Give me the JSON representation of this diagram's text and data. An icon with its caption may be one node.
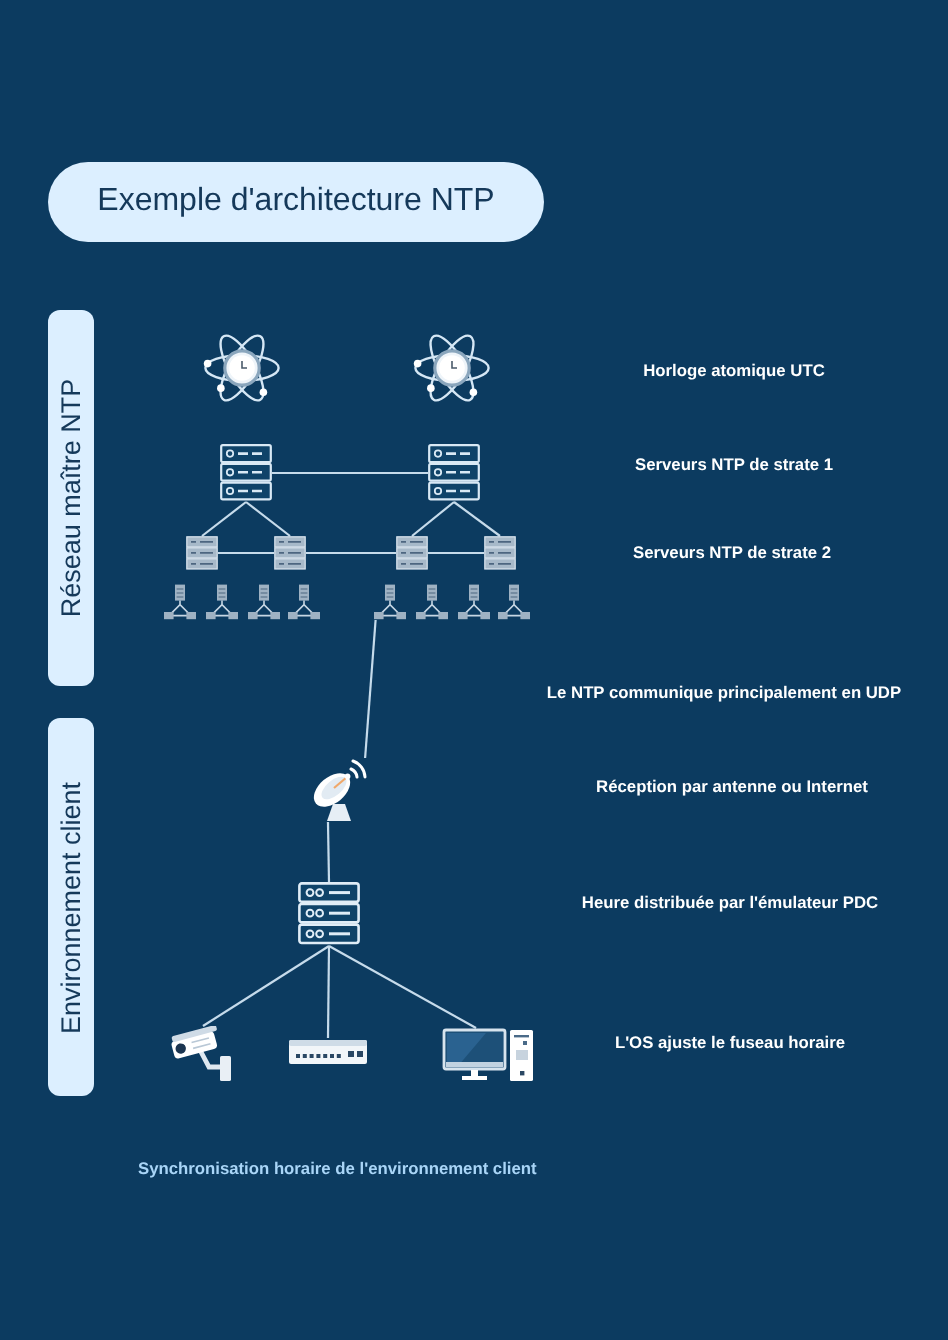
{
  "diagram": {
    "title": "Exemple d'architecture NTP",
    "caption": "Synchronisation horaire de l'environnement client",
    "nodes": [
      {
        "text": [
          "Réseau maître NTP"
        ]
      },
      {
        "text": [],
        "shape": "picture"
      },
      {
        "text": [],
        "shape": "picture"
      },
      {
        "text": [],
        "shape": "picture"
      },
      {
        "text": [],
        "shape": "picture"
      },
      {
        "text": [],
        "shape": "picture"
      },
      {
        "text": [],
        "shape": "picture"
      },
      {
        "text": [],
        "shape": "picture"
      },
      {
        "text": [],
        "shape": "picture"
      },
      {
        "text": [],
        "shape": "picture"
      },
      {
        "text": [],
        "shape": "picture"
      },
      {
        "text": [],
        "shape": "picture"
      },
      {
        "text": [],
        "shape": "picture"
      },
      {
        "text": [],
        "shape": "picture"
      },
      {
        "text": [],
        "shape": "picture"
      },
      {
        "text": [],
        "shape": "picture"
      },
      {
        "text": [],
        "shape": "picture"
      },
      {
        "text": [
          "Environnement client"
        ]
      },
      {
        "text": [],
        "shape": "picture"
      },
      {
        "text": [],
        "shape": "picture"
      },
      {
        "text": [],
        "shape": "picture"
      },
      {
        "text": [],
        "shape": "picture"
      },
      {
        "text": [],
        "shape": "picture"
      }
    ],
    "edges": [
      {
        "from": 3,
        "to": 4,
        "arrow": "none"
      },
      {
        "from": 3,
        "to": 5,
        "arrow": "none"
      },
      {
        "from": 3,
        "to": 6,
        "arrow": "none"
      },
      {
        "from": 4,
        "to": 7,
        "arrow": "none"
      },
      {
        "from": 4,
        "to": 8,
        "arrow": "none"
      },
      {
        "from": 5,
        "to": 6,
        "arrow": "none"
      },
      {
        "from": 6,
        "to": 7,
        "arrow": "none"
      },
      {
        "from": 7,
        "to": 8,
        "arrow": "none"
      },
      {
        "from": 13,
        "to": 18,
        "arrow": "none"
      },
      {
        "from": 18,
        "to": 19,
        "arrow": "none"
      },
      {
        "from": 19,
        "to": 20,
        "arrow": "none"
      },
      {
        "from": 19,
        "to": 21,
        "arrow": "none"
      },
      {
        "from": 19,
        "to": 22,
        "arrow": "none"
      }
    ],
    "labels": [
      "Horloge atomique UTC",
      "Serveurs NTP de strate 1",
      "Serveurs NTP de strate 2",
      "Le NTP communique principalement en UDP",
      "Réception par antenne ou Internet",
      "Heure distribuée par l'émulateur PDC",
      "L'OS ajuste le fuseau horaire"
    ]
  }
}
